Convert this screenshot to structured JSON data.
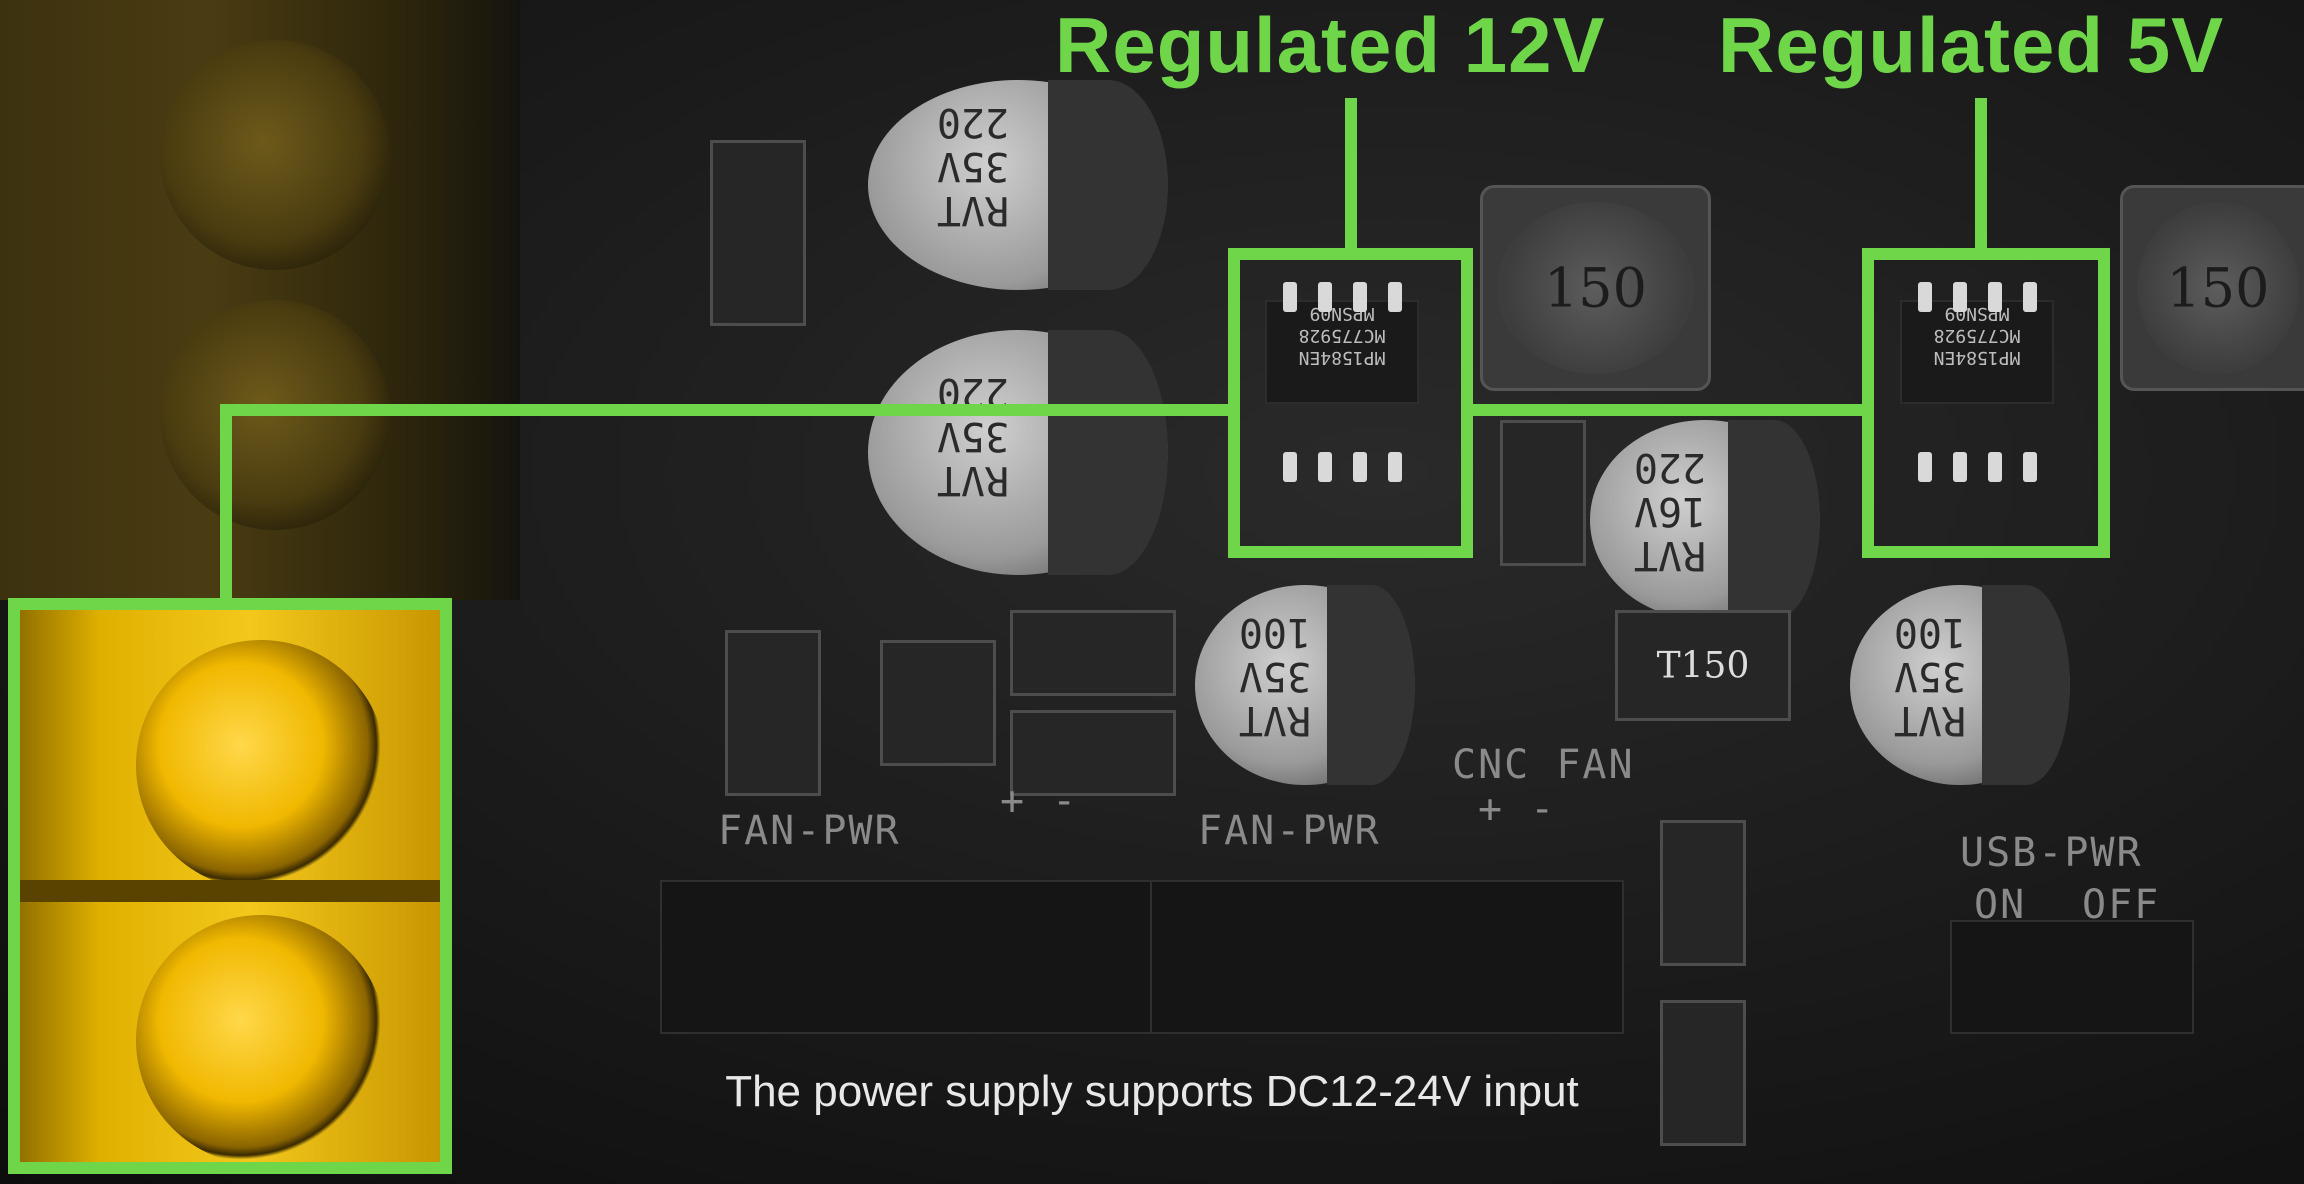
{
  "labels": {
    "regulator_12v": "Regulated 12V",
    "regulator_5v": "Regulated 5V"
  },
  "caption": "The power supply supports DC12-24V input",
  "chips": [
    {
      "line1": "MPSN09",
      "line2": "MC775928",
      "line3": "MP1584EN"
    },
    {
      "line1": "MPSN09",
      "line2": "MC775928",
      "line3": "MP1584EN"
    }
  ],
  "capacitors": [
    {
      "lines": [
        "RVT",
        "35V",
        "220"
      ]
    },
    {
      "lines": [
        "RVT",
        "35V",
        "220"
      ]
    },
    {
      "lines": [
        "RVT",
        "16V",
        "220"
      ]
    },
    {
      "lines": [
        "RVT",
        "35V",
        "100"
      ]
    },
    {
      "lines": [
        "RVT",
        "35V",
        "100"
      ]
    }
  ],
  "inductors": [
    "150",
    "150",
    "T150"
  ],
  "silkscreen": {
    "fan_pwr_1": "FAN-PWR",
    "fan_pwr_2": "FAN-PWR",
    "cnc_fan": "CNC FAN",
    "usb_pwr": "USB-PWR",
    "on": "ON",
    "off": "OFF",
    "plus_minus_1": "+ -",
    "plus_minus_2": "+ -"
  },
  "colors": {
    "highlight": "#6fd64a",
    "terminal": "#f3c81b"
  }
}
